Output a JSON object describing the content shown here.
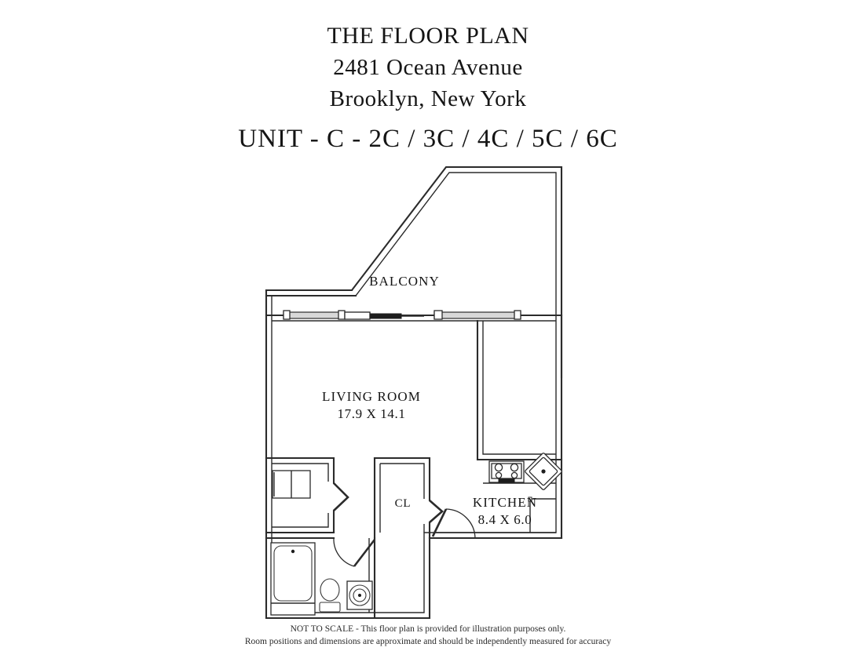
{
  "document": {
    "title_lines": [
      "THE FLOOR PLAN",
      "2481 Ocean Avenue",
      "Brooklyn, New York"
    ],
    "unit_line": "UNIT - C - 2C / 3C / 4C / 5C / 6C",
    "footer_lines": [
      "NOT TO SCALE - This floor plan is provided for illustration purposes only.",
      "Room positions and dimensions are approximate and should be independently measured for accuracy"
    ]
  },
  "floor_plan": {
    "rooms": [
      {
        "id": "balcony",
        "label": "BALCONY",
        "dimensions": ""
      },
      {
        "id": "living-room",
        "label": "LIVING ROOM",
        "dimensions": "17.9 X 14.1"
      },
      {
        "id": "kitchen",
        "label": "KITCHEN",
        "dimensions": "8.4 X 6.0"
      },
      {
        "id": "closet",
        "label": "CL",
        "dimensions": ""
      }
    ],
    "fixtures": [
      "stove",
      "sink-kitchen",
      "bathtub",
      "toilet",
      "sink-bathroom",
      "closet-shelf",
      "sliding-door-left",
      "sliding-door-right",
      "door-bathroom",
      "door-closet",
      "door-kitchen"
    ],
    "colors": {
      "wall": "#2b2b2b",
      "fill": "#ffffff",
      "glass": "#d8d8d8",
      "text": "#141414"
    }
  }
}
